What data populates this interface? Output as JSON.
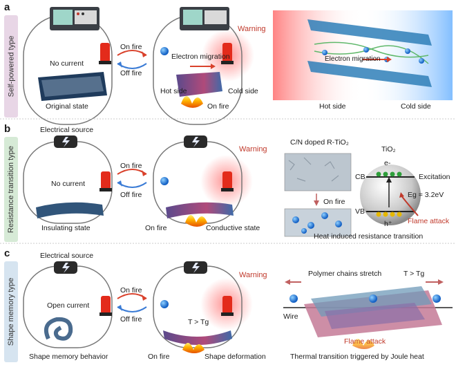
{
  "panels": {
    "a": {
      "letter": "a",
      "type_label": "Self-powered type",
      "no_current": "No current",
      "original_state": "Original state",
      "on_fire_top": "On fire",
      "off_fire": "Off fire",
      "warning": "Warning",
      "electron_migration": "Electron migration",
      "hot_side": "Hot side",
      "cold_side": "Cold side",
      "on_fire_bottom": "On fire",
      "diagram_migration": "Electron migration",
      "diagram_hot": "Hot side",
      "diagram_cold": "Cold side"
    },
    "b": {
      "letter": "b",
      "type_label": "Resistance transition type",
      "electrical_source": "Electrical source",
      "no_current": "No current",
      "insulating_state": "Insulating state",
      "on_fire_top": "On fire",
      "off_fire": "Off fire",
      "warning": "Warning",
      "on_fire_bottom": "On fire",
      "conductive_state": "Conductive state",
      "doped_label": "C/N doped R-TiO₂",
      "sem_on_fire": "On fire",
      "tio2": "TiO₂",
      "e_minus": "e-",
      "cb": "CB",
      "vb": "VB",
      "h_plus": "h⁺",
      "excitation": "Excitation",
      "eg": "Eg = 3.2eV",
      "flame_attack": "Flame attack",
      "caption": "Heat induced resistance transition"
    },
    "c": {
      "letter": "c",
      "type_label": "Shape memory type",
      "electrical_source": "Electrical source",
      "open_current": "Open current",
      "shape_memory_behavior": "Shape memory behavior",
      "on_fire_top": "On fire",
      "off_fire": "Off fire",
      "warning": "Warning",
      "t_gt_tg": "T > Tg",
      "on_fire_bottom": "On fire",
      "shape_deformation": "Shape deformation",
      "polymer_chains": "Polymer chains stretch",
      "t_gt_tg_right": "T > Tg",
      "wire": "Wire",
      "flame_attack": "Flame attack",
      "caption": "Thermal transition triggered by Joule heat"
    }
  },
  "colors": {
    "panel_a_side": "#e8d6e6",
    "panel_b_side": "#d6ead6",
    "panel_c_side": "#d6e4f0",
    "alarm_red": "#e32b1b",
    "warning_text": "#c0392b",
    "electron_blue": "#1e6fd9",
    "arrow_blue": "#3a7bd5",
    "arrow_red": "#d9412b"
  }
}
